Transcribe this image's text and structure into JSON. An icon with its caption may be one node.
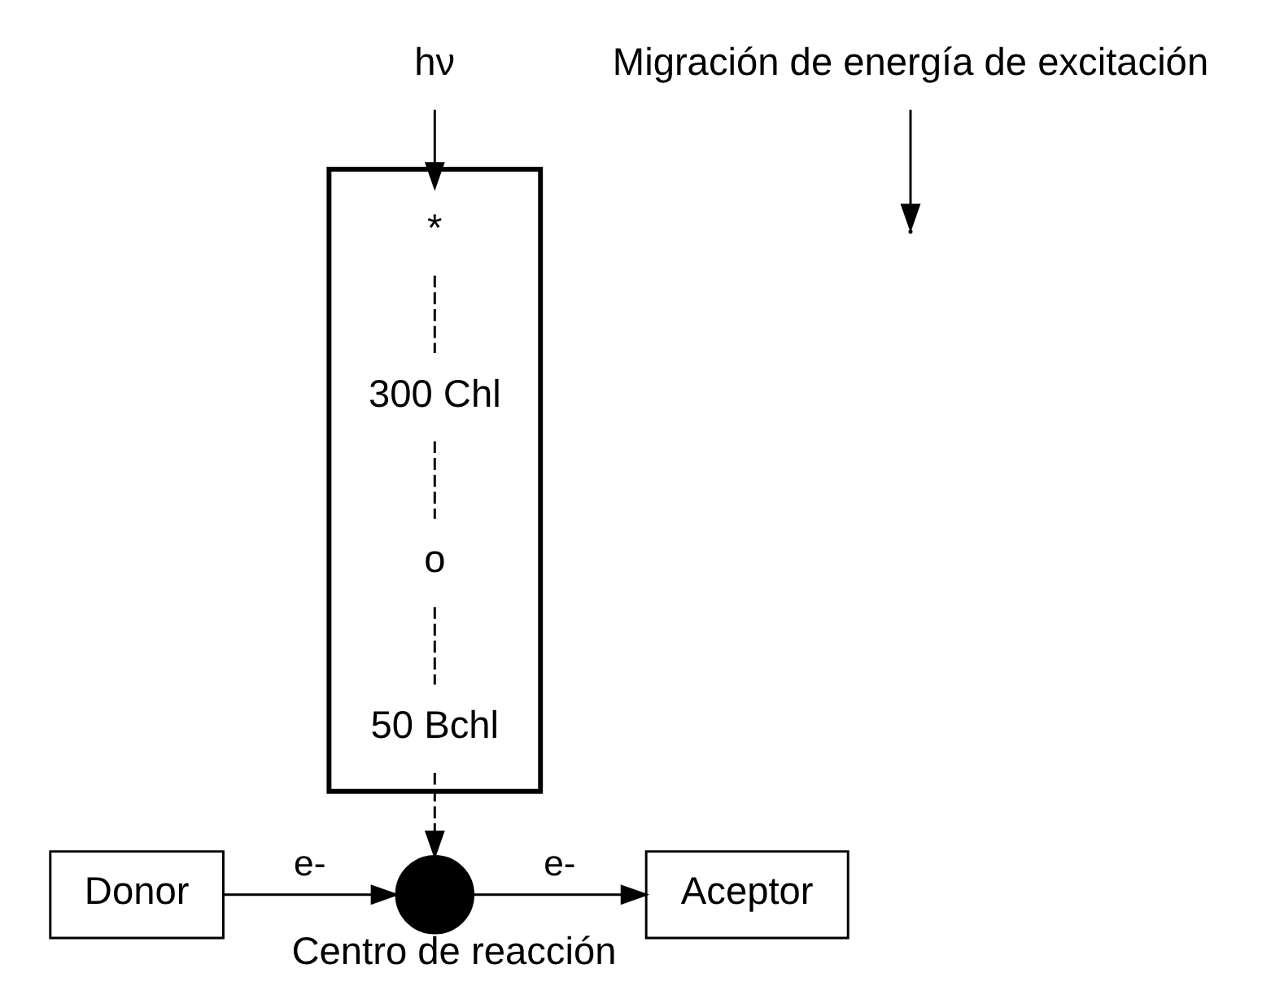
{
  "diagram": {
    "nodes": [
      {
        "text": [],
        "shape": "triangle"
      },
      {
        "text": [
          "hν"
        ]
      },
      {
        "text": [
          "*"
        ],
        "in": 0
      },
      {
        "text": [
          "300 Chl"
        ],
        "in": 0
      },
      {
        "text": [
          "o"
        ],
        "in": 0
      },
      {
        "text": [
          "50 Bchl"
        ],
        "in": 0
      },
      {
        "text": [],
        "shape": "circle",
        "beside": [
          "Centro de reacción"
        ]
      },
      {
        "text": [
          "Donor"
        ]
      },
      {
        "text": [
          "Aceptor"
        ]
      },
      {
        "text": [
          "Migración de energía de excitación"
        ]
      }
    ],
    "edges": [
      {
        "from": 1,
        "to": 2,
        "arrow": "to"
      },
      {
        "from": 2,
        "to": 3,
        "arrow": "none",
        "style": "dashed"
      },
      {
        "from": 3,
        "to": 4,
        "arrow": "none",
        "style": "dashed"
      },
      {
        "from": 4,
        "to": 5,
        "arrow": "none",
        "style": "dashed"
      },
      {
        "from": 5,
        "to": 6,
        "arrow": "to",
        "style": "dashed"
      },
      {
        "from": 7,
        "to": 6,
        "arrow": "to",
        "label": "e-"
      },
      {
        "from": 6,
        "to": 8,
        "arrow": "to",
        "label": "e-"
      },
      {
        "from": 9,
        "to": null,
        "arrow": "to"
      }
    ]
  }
}
